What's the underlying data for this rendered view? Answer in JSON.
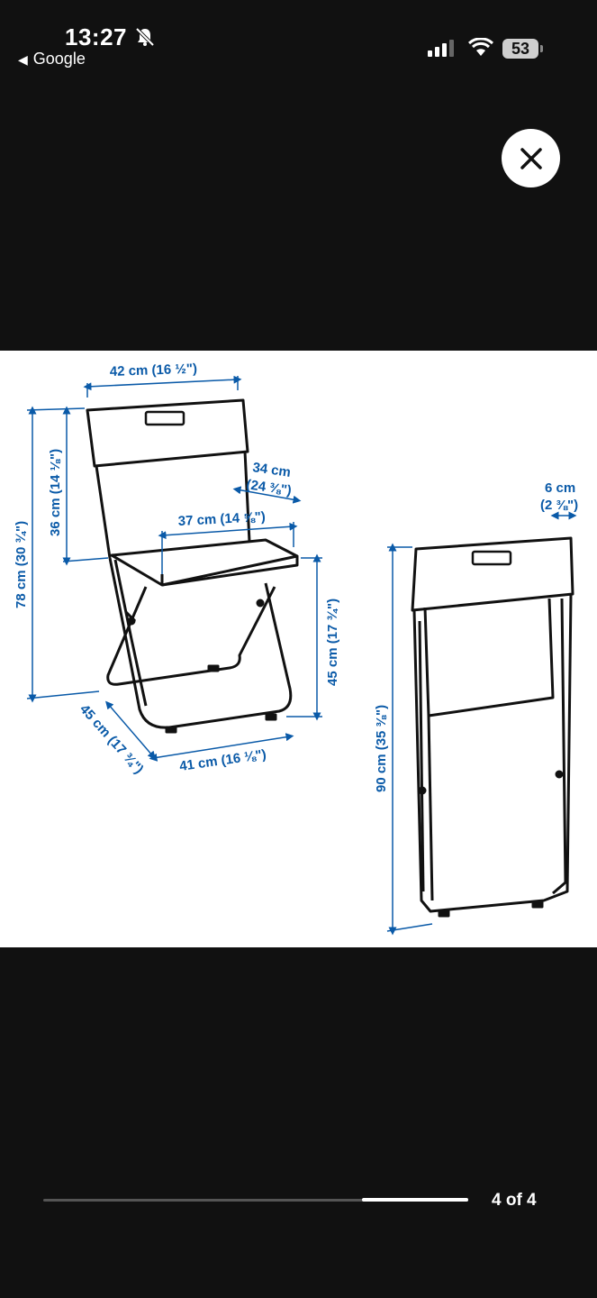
{
  "status_bar": {
    "time": "13:27",
    "back_label": "Google",
    "battery": "53"
  },
  "viewer": {
    "page_counter": "4 of 4",
    "progress": 0.25
  },
  "dimensions": {
    "width_42": "42 cm (16 ½\")",
    "height_78": "78 cm (30 ¾\")",
    "back_36": "36 cm (14 ⅛\")",
    "depth_34": "34 cm",
    "depth_34_in": "(24 ⅜\")",
    "seat_37": "37 cm (14 ⅝\")",
    "seat_h_45": "45 cm (17 ¾\")",
    "depth_45": "45 cm (17 ¾\")",
    "base_41": "41 cm (16 ⅛\")",
    "folded_6": "6 cm",
    "folded_6_in": "(2 ⅜\")",
    "folded_90": "90 cm (35 ⅜\")"
  }
}
